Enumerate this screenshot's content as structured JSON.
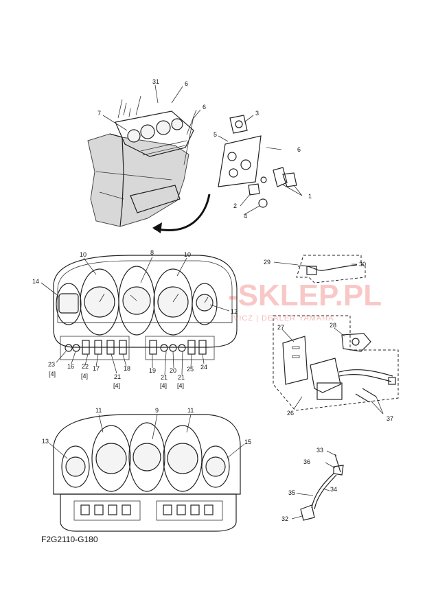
{
  "figure_code": "F2G2110-G180",
  "watermark": {
    "main": "-SKLEP.PL",
    "sub": "VICZ | DEALER YAMAHA"
  },
  "callouts": {
    "c1": "1",
    "c2": "2",
    "c3": "3",
    "c4": "4",
    "c5": "5",
    "c6a": "6",
    "c6b": "6",
    "c6c": "6",
    "c7": "7",
    "c8": "8",
    "c9": "9",
    "c10a": "10",
    "c10b": "10",
    "c11a": "11",
    "c11b": "11",
    "c12": "12",
    "c13": "13",
    "c14": "14",
    "c15": "15",
    "c16": "16",
    "c17": "17",
    "c18": "18",
    "c19": "19",
    "c20": "20",
    "c21a": "21",
    "c21b": "21",
    "c21c": "21",
    "c22": "22",
    "c23": "23",
    "c24": "24",
    "c25": "25",
    "c26": "26",
    "c27": "27",
    "c28": "28",
    "c29": "29",
    "c30": "30",
    "c31": "31",
    "c32": "32",
    "c33": "33",
    "c34": "34",
    "c35": "35",
    "c36": "36",
    "c37": "37",
    "q4a": "[4]",
    "q4b": "[4]",
    "q4c": "[4]",
    "q4d": "[4]",
    "q4e": "[4]"
  },
  "colors": {
    "line": "#222222",
    "watermark": "#e53935"
  }
}
